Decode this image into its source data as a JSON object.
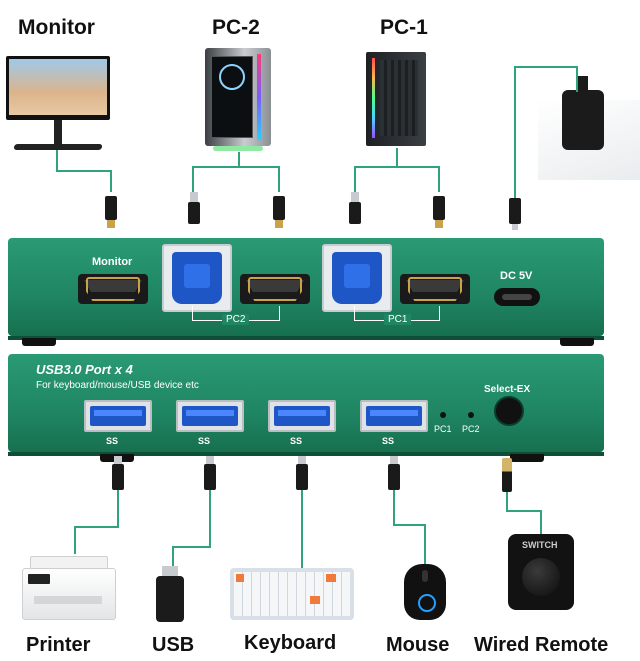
{
  "top_labels": {
    "monitor": "Monitor",
    "pc2": "PC-2",
    "pc1": "PC-1"
  },
  "rear_panel": {
    "monitor_port": "Monitor",
    "dc": "DC 5V",
    "group_pc2": "PC2",
    "group_pc1": "PC1"
  },
  "front_panel": {
    "title": "USB3.0  Port x 4",
    "subtitle": "For keyboard/mouse/USB device etc",
    "select_button": "Select-EX",
    "led_pc1": "PC1",
    "led_pc2": "PC2",
    "ss_mark": "SS"
  },
  "bottom_labels": {
    "printer": "Printer",
    "usb": "USB",
    "keyboard": "Keyboard",
    "mouse": "Mouse",
    "remote": "Wired Remote"
  },
  "remote_label": "SWITCH",
  "colors": {
    "panel_green": "#1f8563",
    "connector_green": "#2fa47c",
    "usb_blue": "#1f56c6"
  }
}
